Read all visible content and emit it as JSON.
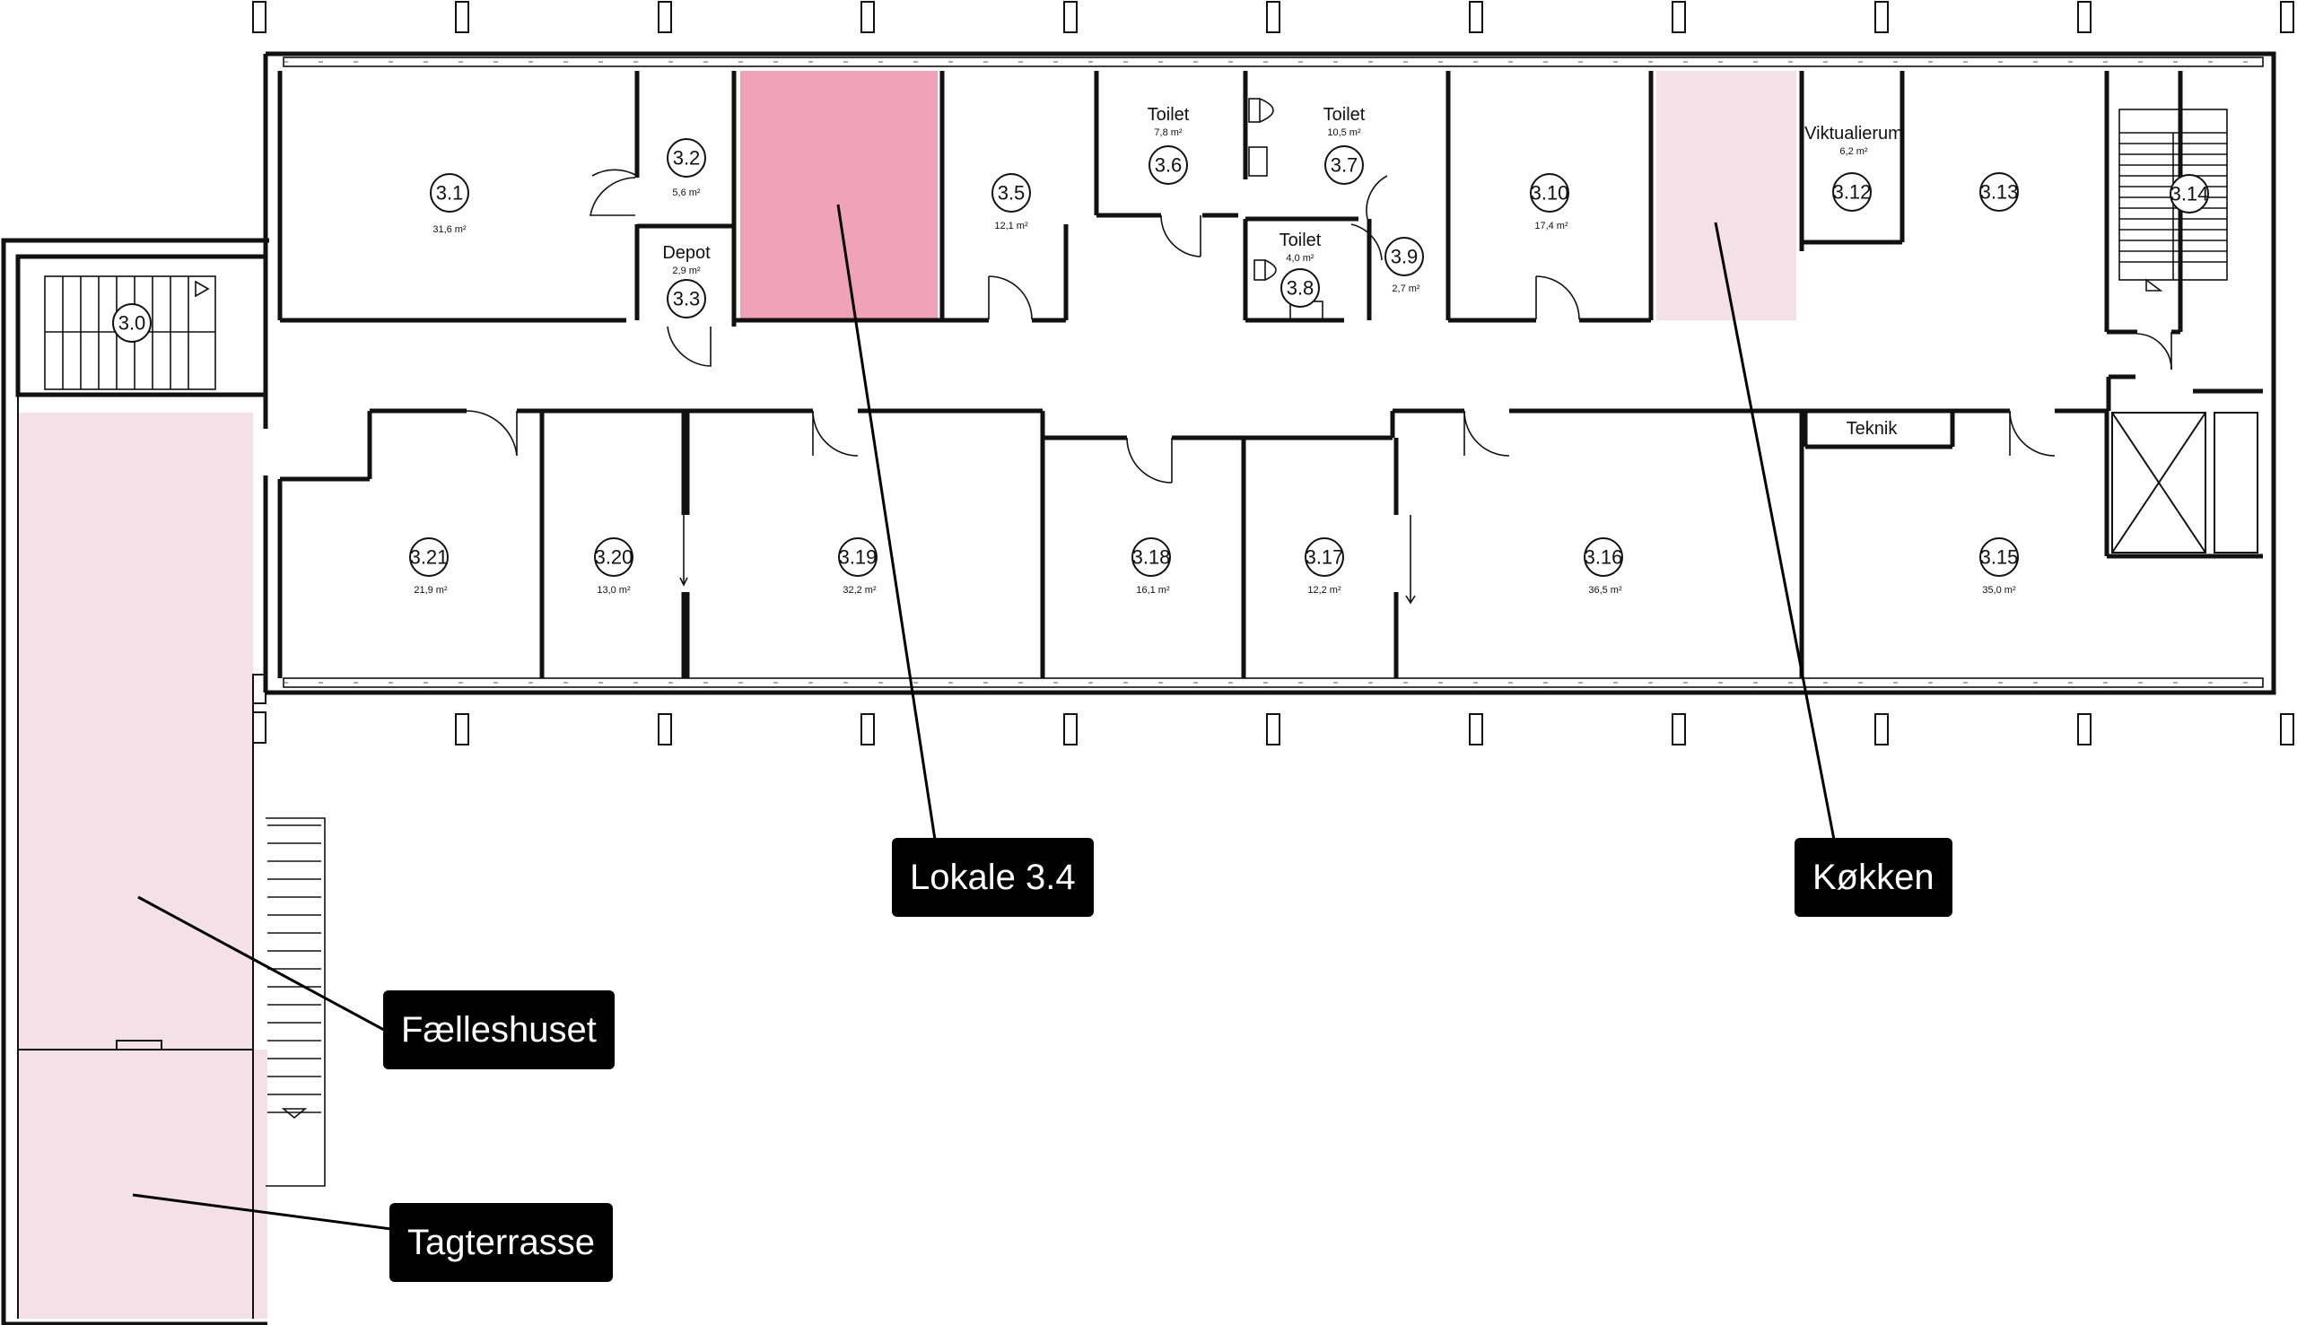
{
  "colors": {
    "highlight_room": "#f0a3b8",
    "highlight_light": "#f4e1e8",
    "label_bg": "#000000",
    "label_text": "#ffffff",
    "wall": "#111111"
  },
  "rooms": {
    "r3_0": {
      "number": "3.0"
    },
    "r3_1": {
      "number": "3.1",
      "area": "31,6 m²"
    },
    "r3_2": {
      "number": "3.2",
      "area": "5,6 m²"
    },
    "r3_3": {
      "number": "3.3",
      "name": "Depot",
      "area": "2,9 m²"
    },
    "r3_5": {
      "number": "3.5",
      "area": "12,1 m²"
    },
    "r3_6": {
      "number": "3.6",
      "name": "Toilet",
      "area": "7,8 m²"
    },
    "r3_7": {
      "number": "3.7",
      "name": "Toilet",
      "area": "10,5 m²"
    },
    "r3_8": {
      "number": "3.8",
      "name": "Toilet",
      "area": "4,0 m²"
    },
    "r3_9": {
      "number": "3.9",
      "area": "2,7 m²"
    },
    "r3_10": {
      "number": "3.10",
      "area": "17,4 m²"
    },
    "r3_12": {
      "number": "3.12",
      "name": "Viktualierum",
      "area": "6,2 m²"
    },
    "r3_13": {
      "number": "3.13"
    },
    "r3_14": {
      "number": "3.14"
    },
    "r3_15": {
      "number": "3.15",
      "area": "35,0 m²"
    },
    "r3_16": {
      "number": "3.16",
      "area": "36,5 m²"
    },
    "r3_17": {
      "number": "3.17",
      "area": "12,2 m²"
    },
    "r3_18": {
      "number": "3.18",
      "area": "16,1 m²"
    },
    "r3_19": {
      "number": "3.19",
      "area": "32,2 m²"
    },
    "r3_20": {
      "number": "3.20",
      "area": "13,0 m²"
    },
    "r3_21": {
      "number": "3.21",
      "area": "21,9 m²"
    },
    "teknik": {
      "name": "Teknik"
    }
  },
  "callouts": {
    "lokale": "Lokale 3.4",
    "kokken": "Køkken",
    "faelleshuset": "Fælleshuset",
    "tagterrasse": "Tagterrasse"
  }
}
